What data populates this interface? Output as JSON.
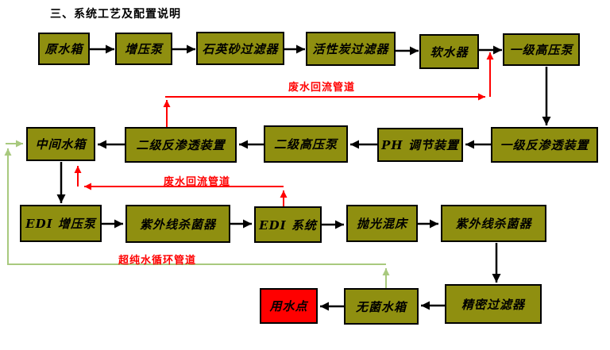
{
  "title": "三、系统工艺及配置说明",
  "colors": {
    "background": "#FFFFFF",
    "box_fill": "#8F8F10",
    "box_border": "#000000",
    "use_point_fill": "#FF0000",
    "flow_arrow": "#000000",
    "waste_pipe": "#FF0000",
    "loop_pipe": "#A8C97E",
    "pipe_label_text": "#FF0000"
  },
  "nodes": {
    "raw_tank": {
      "label": "原水箱"
    },
    "booster_pump": {
      "label": "增压泵"
    },
    "quartz_sand_filter": {
      "label": "石英砂过滤器"
    },
    "activated_carbon_filter": {
      "label": "活性炭过滤器"
    },
    "water_softener": {
      "label": "软水器"
    },
    "first_stage_hp_pump": {
      "label": "一级高压泵"
    },
    "first_stage_ro": {
      "label": "一级反渗透装置"
    },
    "ph_adjuster": {
      "label": "PH 调节装置"
    },
    "second_stage_hp_pump": {
      "label": "二级高压泵"
    },
    "second_stage_ro": {
      "label": "二级反渗透装置"
    },
    "intermediate_tank": {
      "label": "中间水箱"
    },
    "edi_booster_pump": {
      "label": "EDI 增压泵"
    },
    "uv_sterilizer_1": {
      "label": "紫外线杀菌器"
    },
    "edi_system": {
      "label": "EDI 系统"
    },
    "polishing_mixed_bed": {
      "label": "抛光混床"
    },
    "uv_sterilizer_2": {
      "label": "紫外线杀菌器"
    },
    "precision_filter": {
      "label": "精密过滤器"
    },
    "sterile_tank": {
      "label": "无菌水箱"
    },
    "use_point": {
      "label": "用水点"
    }
  },
  "pipes": {
    "waste_return_1": {
      "label": "废水回流管道"
    },
    "waste_return_2": {
      "label": "废水回流管道"
    },
    "ultrapure_loop": {
      "label": "超纯水循环管道"
    }
  },
  "edges": {
    "main_flow": [
      [
        "raw_tank",
        "booster_pump"
      ],
      [
        "booster_pump",
        "quartz_sand_filter"
      ],
      [
        "quartz_sand_filter",
        "activated_carbon_filter"
      ],
      [
        "activated_carbon_filter",
        "water_softener"
      ],
      [
        "water_softener",
        "first_stage_hp_pump"
      ],
      [
        "first_stage_hp_pump",
        "first_stage_ro"
      ],
      [
        "first_stage_ro",
        "ph_adjuster"
      ],
      [
        "ph_adjuster",
        "second_stage_hp_pump"
      ],
      [
        "second_stage_hp_pump",
        "second_stage_ro"
      ],
      [
        "second_stage_ro",
        "intermediate_tank"
      ],
      [
        "intermediate_tank",
        "edi_booster_pump"
      ],
      [
        "edi_booster_pump",
        "uv_sterilizer_1"
      ],
      [
        "uv_sterilizer_1",
        "edi_system"
      ],
      [
        "edi_system",
        "polishing_mixed_bed"
      ],
      [
        "polishing_mixed_bed",
        "uv_sterilizer_2"
      ],
      [
        "uv_sterilizer_2",
        "precision_filter"
      ],
      [
        "precision_filter",
        "sterile_tank"
      ],
      [
        "sterile_tank",
        "use_point"
      ]
    ],
    "waste_return_1": {
      "from": "second_stage_ro",
      "to": "first_stage_hp_pump"
    },
    "waste_return_2": {
      "from": "edi_system",
      "to": "intermediate_tank"
    },
    "ultrapure_loop": {
      "from": "sterile_tank",
      "to": "intermediate_tank"
    }
  }
}
